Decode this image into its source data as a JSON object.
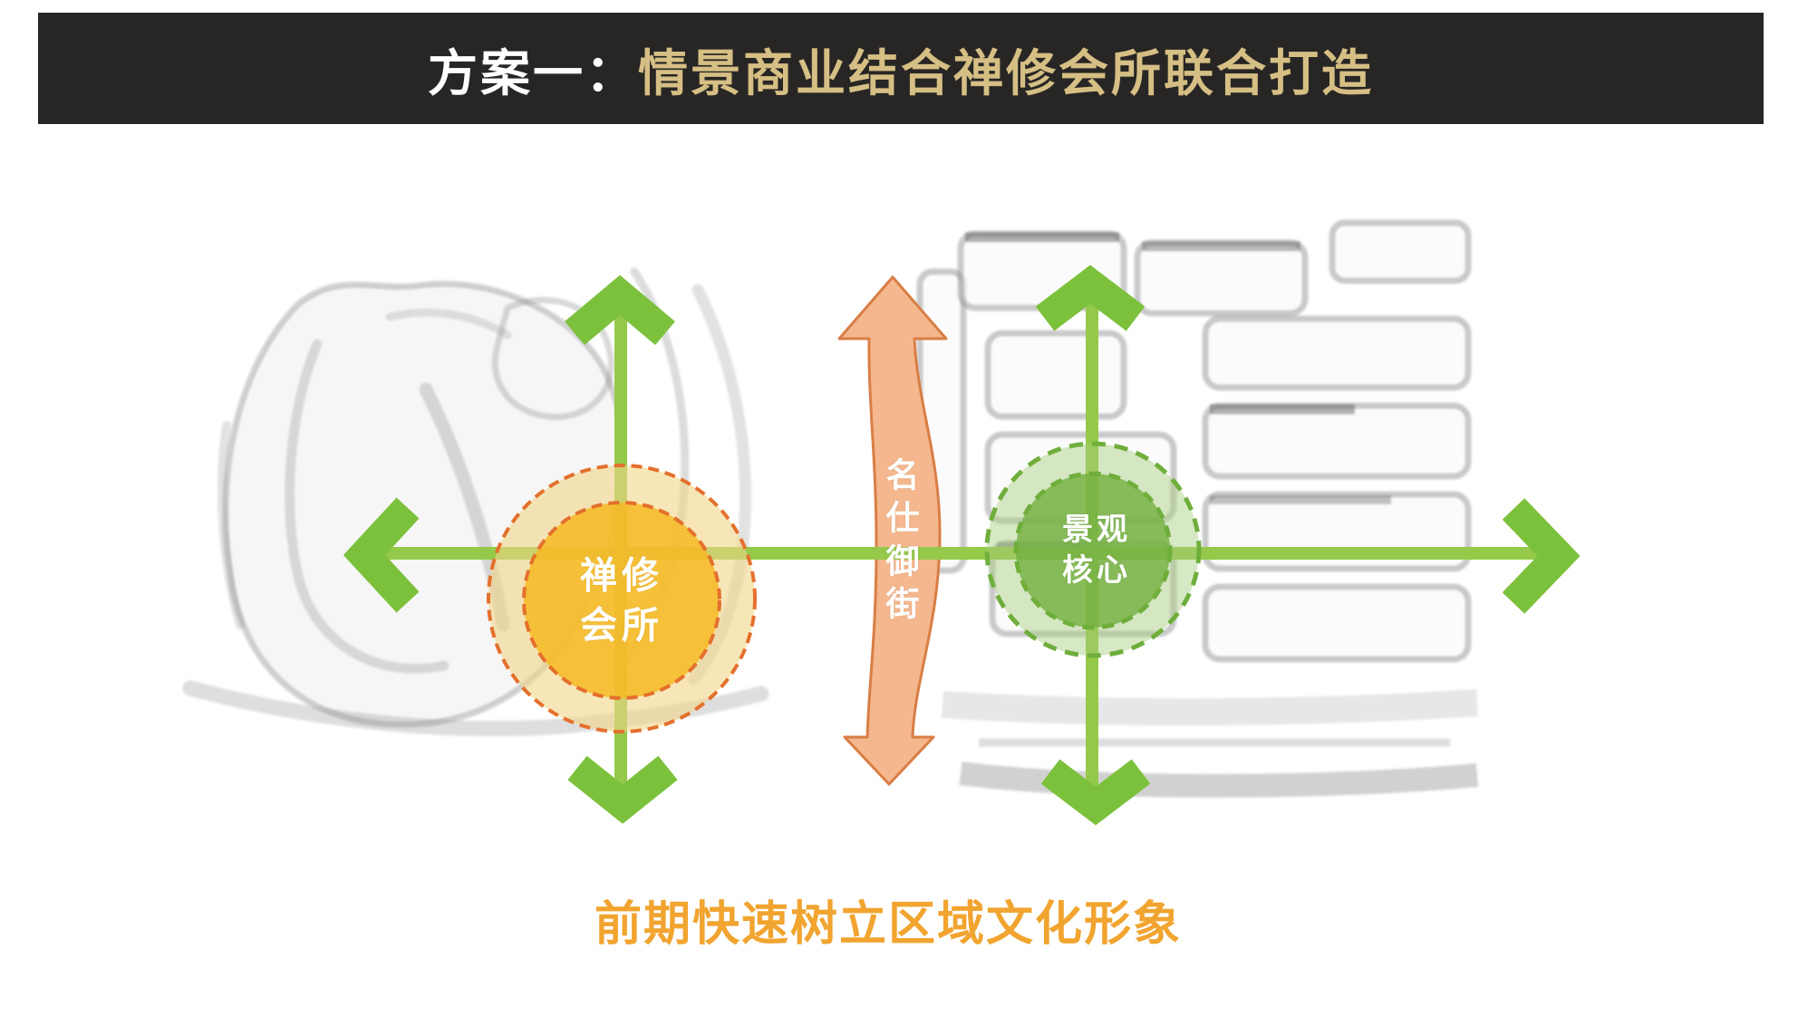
{
  "header": {
    "prefix": "方案一：",
    "title": "情景商业结合禅修会所联合打造",
    "bar_color": "#282625",
    "prefix_color": "#ffffff",
    "title_color": "#D6BF84"
  },
  "diagram": {
    "zen_circle": {
      "label": "禅修\n会所",
      "fill": "#F6B822",
      "outer_fill": "#F2D788",
      "ring": "#E4702D"
    },
    "landscape_circle": {
      "label": "景观\n核心",
      "fill": "#73AF3E",
      "outer_fill": "#A6CC7D",
      "ring": "#6FAE3B"
    },
    "street_ribbon": {
      "label": "名仕御街",
      "fill": "#F4B78E",
      "stroke": "#D97E45"
    },
    "axis_color": "#95C94A",
    "arrow_color": "#7CC13C",
    "sketch_color": "#8a8a8a"
  },
  "caption": {
    "text": "前期快速树立区域文化形象",
    "color": "#F1A42F"
  }
}
